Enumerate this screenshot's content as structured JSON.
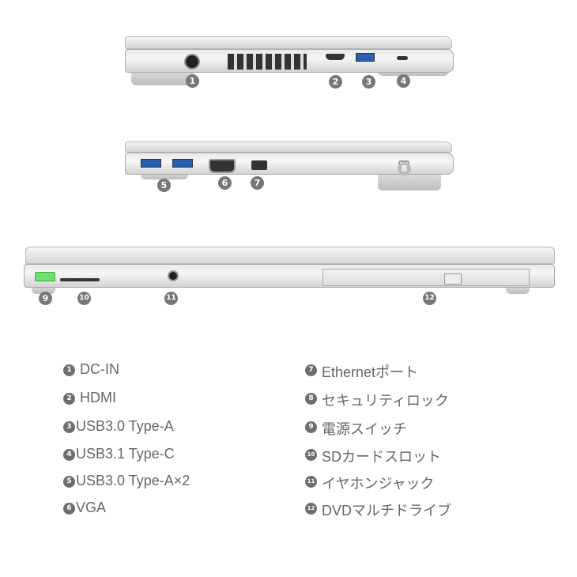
{
  "colors": {
    "marker": "#777777",
    "power_led": "#6ee06e",
    "text": "#666666"
  },
  "views": {
    "right_side": {
      "markers": [
        "1",
        "2",
        "3",
        "4"
      ]
    },
    "left_side": {
      "markers": [
        "5",
        "6",
        "7",
        "8"
      ]
    },
    "front": {
      "markers": [
        "9",
        "10",
        "11",
        "12"
      ]
    }
  },
  "legend": [
    {
      "num": "1",
      "label": "DC-IN"
    },
    {
      "num": "2",
      "label": "HDMI"
    },
    {
      "num": "3",
      "label": "USB3.0 Type-A"
    },
    {
      "num": "4",
      "label": "USB3.1 Type-C"
    },
    {
      "num": "5",
      "label": "USB3.0 Type-A×2"
    },
    {
      "num": "6",
      "label": "VGA"
    },
    {
      "num": "7",
      "label": "Ethernetポート"
    },
    {
      "num": "8",
      "label": "セキュリティロック"
    },
    {
      "num": "9",
      "label": "電源スイッチ"
    },
    {
      "num": "10",
      "label": "SDカードスロット"
    },
    {
      "num": "11",
      "label": "イヤホンジャック"
    },
    {
      "num": "12",
      "label": "DVDマルチドライブ"
    }
  ]
}
